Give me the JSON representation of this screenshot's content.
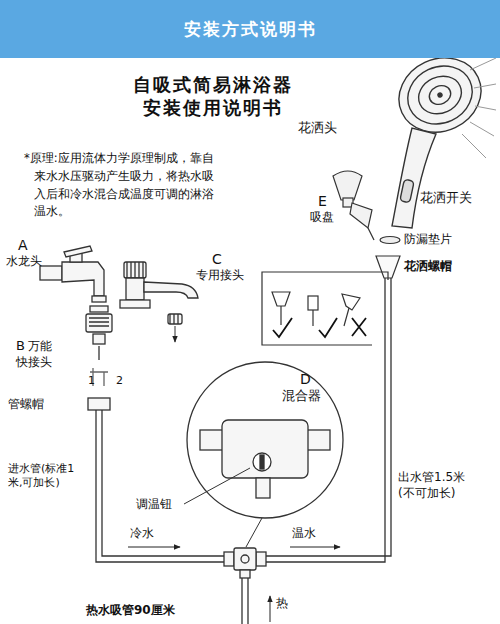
{
  "diagram": {
    "title": "自吸式简易淋浴器 安装使用说明书",
    "nodes": [
      {
        "text": [
          "安装方式说明书"
        ]
      },
      {
        "text": [
          "D",
          "混合器"
        ]
      }
    ],
    "labels": [
      "*原理:应用流体力学原理制成，靠自来水水压驱动产生吸力，将热水吸入后和冷水混合成温度可调的淋浴温水。",
      "花洒头",
      "花洒开关",
      "E",
      "吸盘",
      "防漏垫片",
      "花洒螺帽",
      "A",
      "水龙头",
      "C",
      "专用接头",
      "B",
      "万能快接头",
      "1",
      "2",
      "管螺帽",
      "进水管(标准1米,可加长)",
      "调温钮",
      "冷水",
      "温水",
      "出水管1.5米(不可加长)",
      "热",
      "热水吸管90厘米"
    ]
  }
}
